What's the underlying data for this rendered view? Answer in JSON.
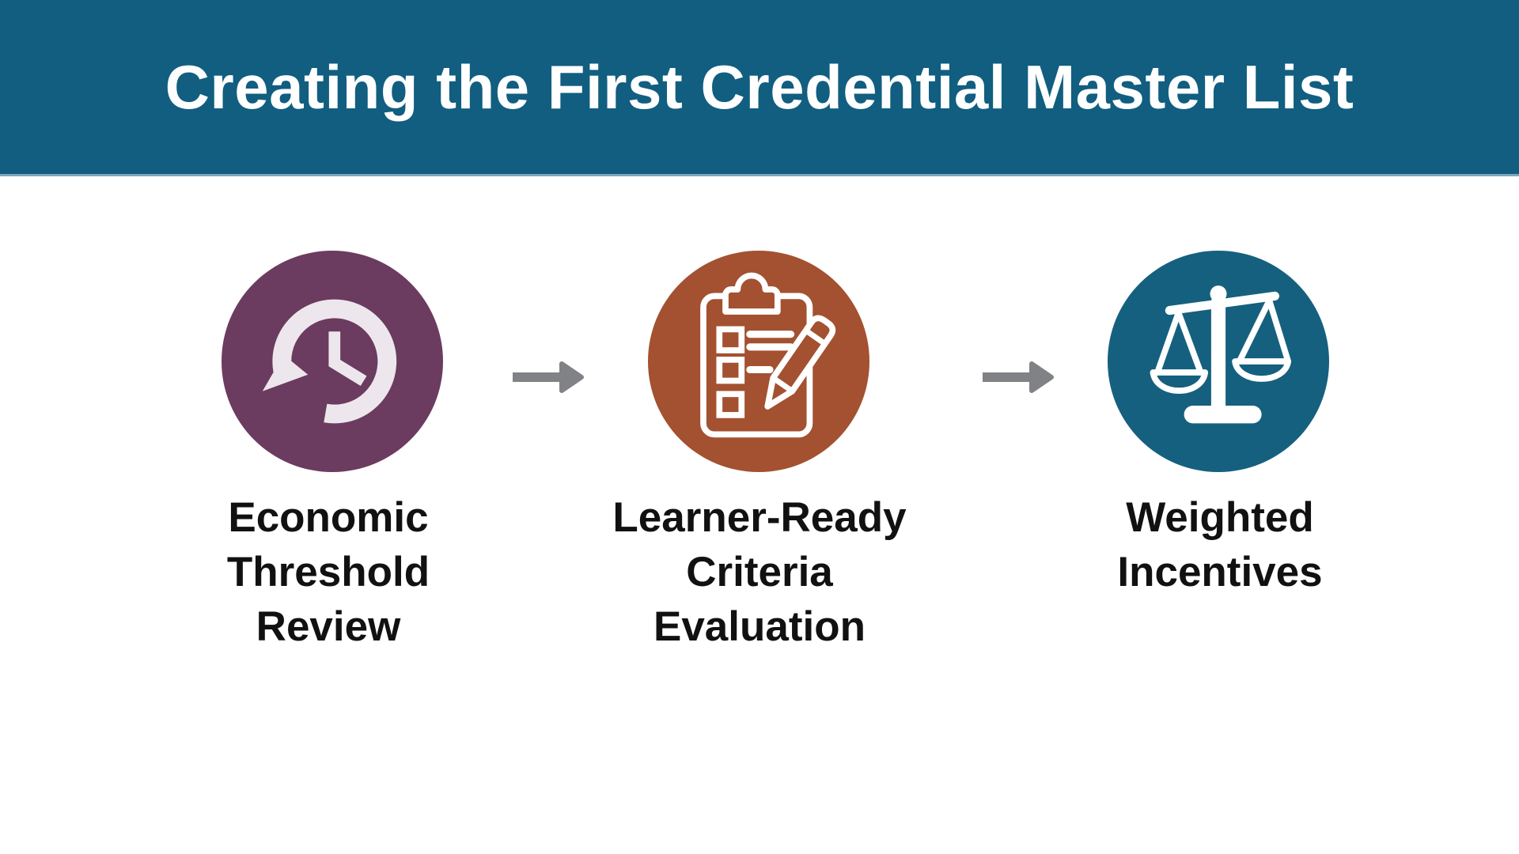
{
  "header": {
    "title": "Creating the First Credential Master List",
    "bg_color": "#115E80",
    "underline_color": "#7FA6BC",
    "text_color": "#FFFFFF"
  },
  "flow": {
    "arrow_color": "#808285",
    "label_color": "#111111",
    "background_color": "#FFFFFF"
  },
  "steps": [
    {
      "label": "Economic\nThreshold\nReview",
      "icon": "clock-history-icon",
      "circle_color": "#6B3C5F",
      "icon_color": "#EDE7ED"
    },
    {
      "label": "Learner-Ready\nCriteria\nEvaluation",
      "icon": "clipboard-checklist-icon",
      "circle_color": "#A35130",
      "icon_color": "#FFFFFF"
    },
    {
      "label": "Weighted\nIncentives",
      "icon": "balance-scale-icon",
      "circle_color": "#15607F",
      "icon_color": "#FFFFFF"
    }
  ]
}
